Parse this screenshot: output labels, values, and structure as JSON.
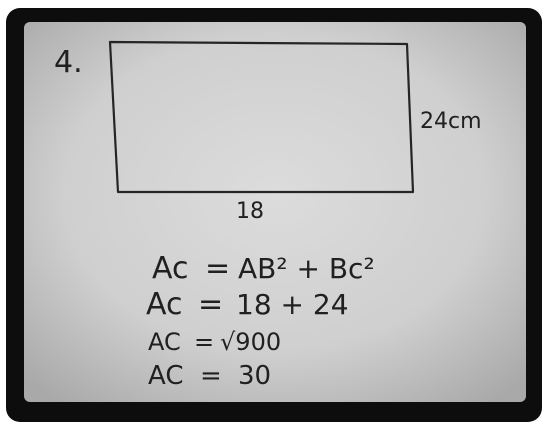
{
  "problem_number": "4.",
  "rectangle": {
    "height_label": "24cm",
    "width_label": "18"
  },
  "work_lines": [
    {
      "lhs": "Ac",
      "eq": "=",
      "rhs": "AB² + Bc²"
    },
    {
      "lhs": "Ac",
      "eq": "=",
      "rhs": "18 + 24"
    },
    {
      "lhs": "AC",
      "eq": "=",
      "rhs": "√900"
    },
    {
      "lhs": "AC",
      "eq": "=",
      "rhs": "30"
    }
  ]
}
